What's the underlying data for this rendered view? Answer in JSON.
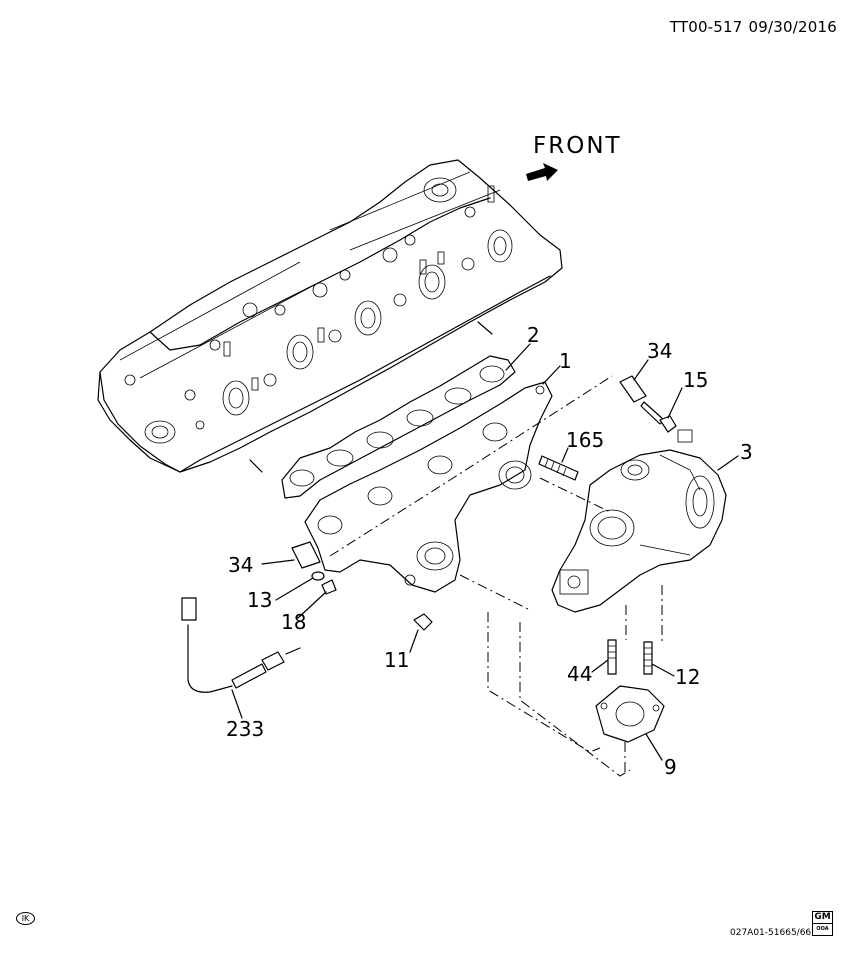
{
  "header": {
    "drawing_id": "TT00-517",
    "date": "09/30/2016"
  },
  "front_label": "FRONT",
  "callouts": [
    {
      "id": "2",
      "name": "callout-2"
    },
    {
      "id": "1",
      "name": "callout-1"
    },
    {
      "id": "34",
      "name": "callout-34-upper"
    },
    {
      "id": "15",
      "name": "callout-15"
    },
    {
      "id": "165",
      "name": "callout-165"
    },
    {
      "id": "3",
      "name": "callout-3"
    },
    {
      "id": "34",
      "name": "callout-34-lower"
    },
    {
      "id": "13",
      "name": "callout-13"
    },
    {
      "id": "18",
      "name": "callout-18"
    },
    {
      "id": "11",
      "name": "callout-11"
    },
    {
      "id": "44",
      "name": "callout-44"
    },
    {
      "id": "12",
      "name": "callout-12"
    },
    {
      "id": "233",
      "name": "callout-233"
    },
    {
      "id": "9",
      "name": "callout-9"
    }
  ],
  "footer": {
    "code": "027A01-51665/66",
    "logo_text": "GM",
    "logo_sub": "OOA",
    "ik_text": "IK"
  }
}
